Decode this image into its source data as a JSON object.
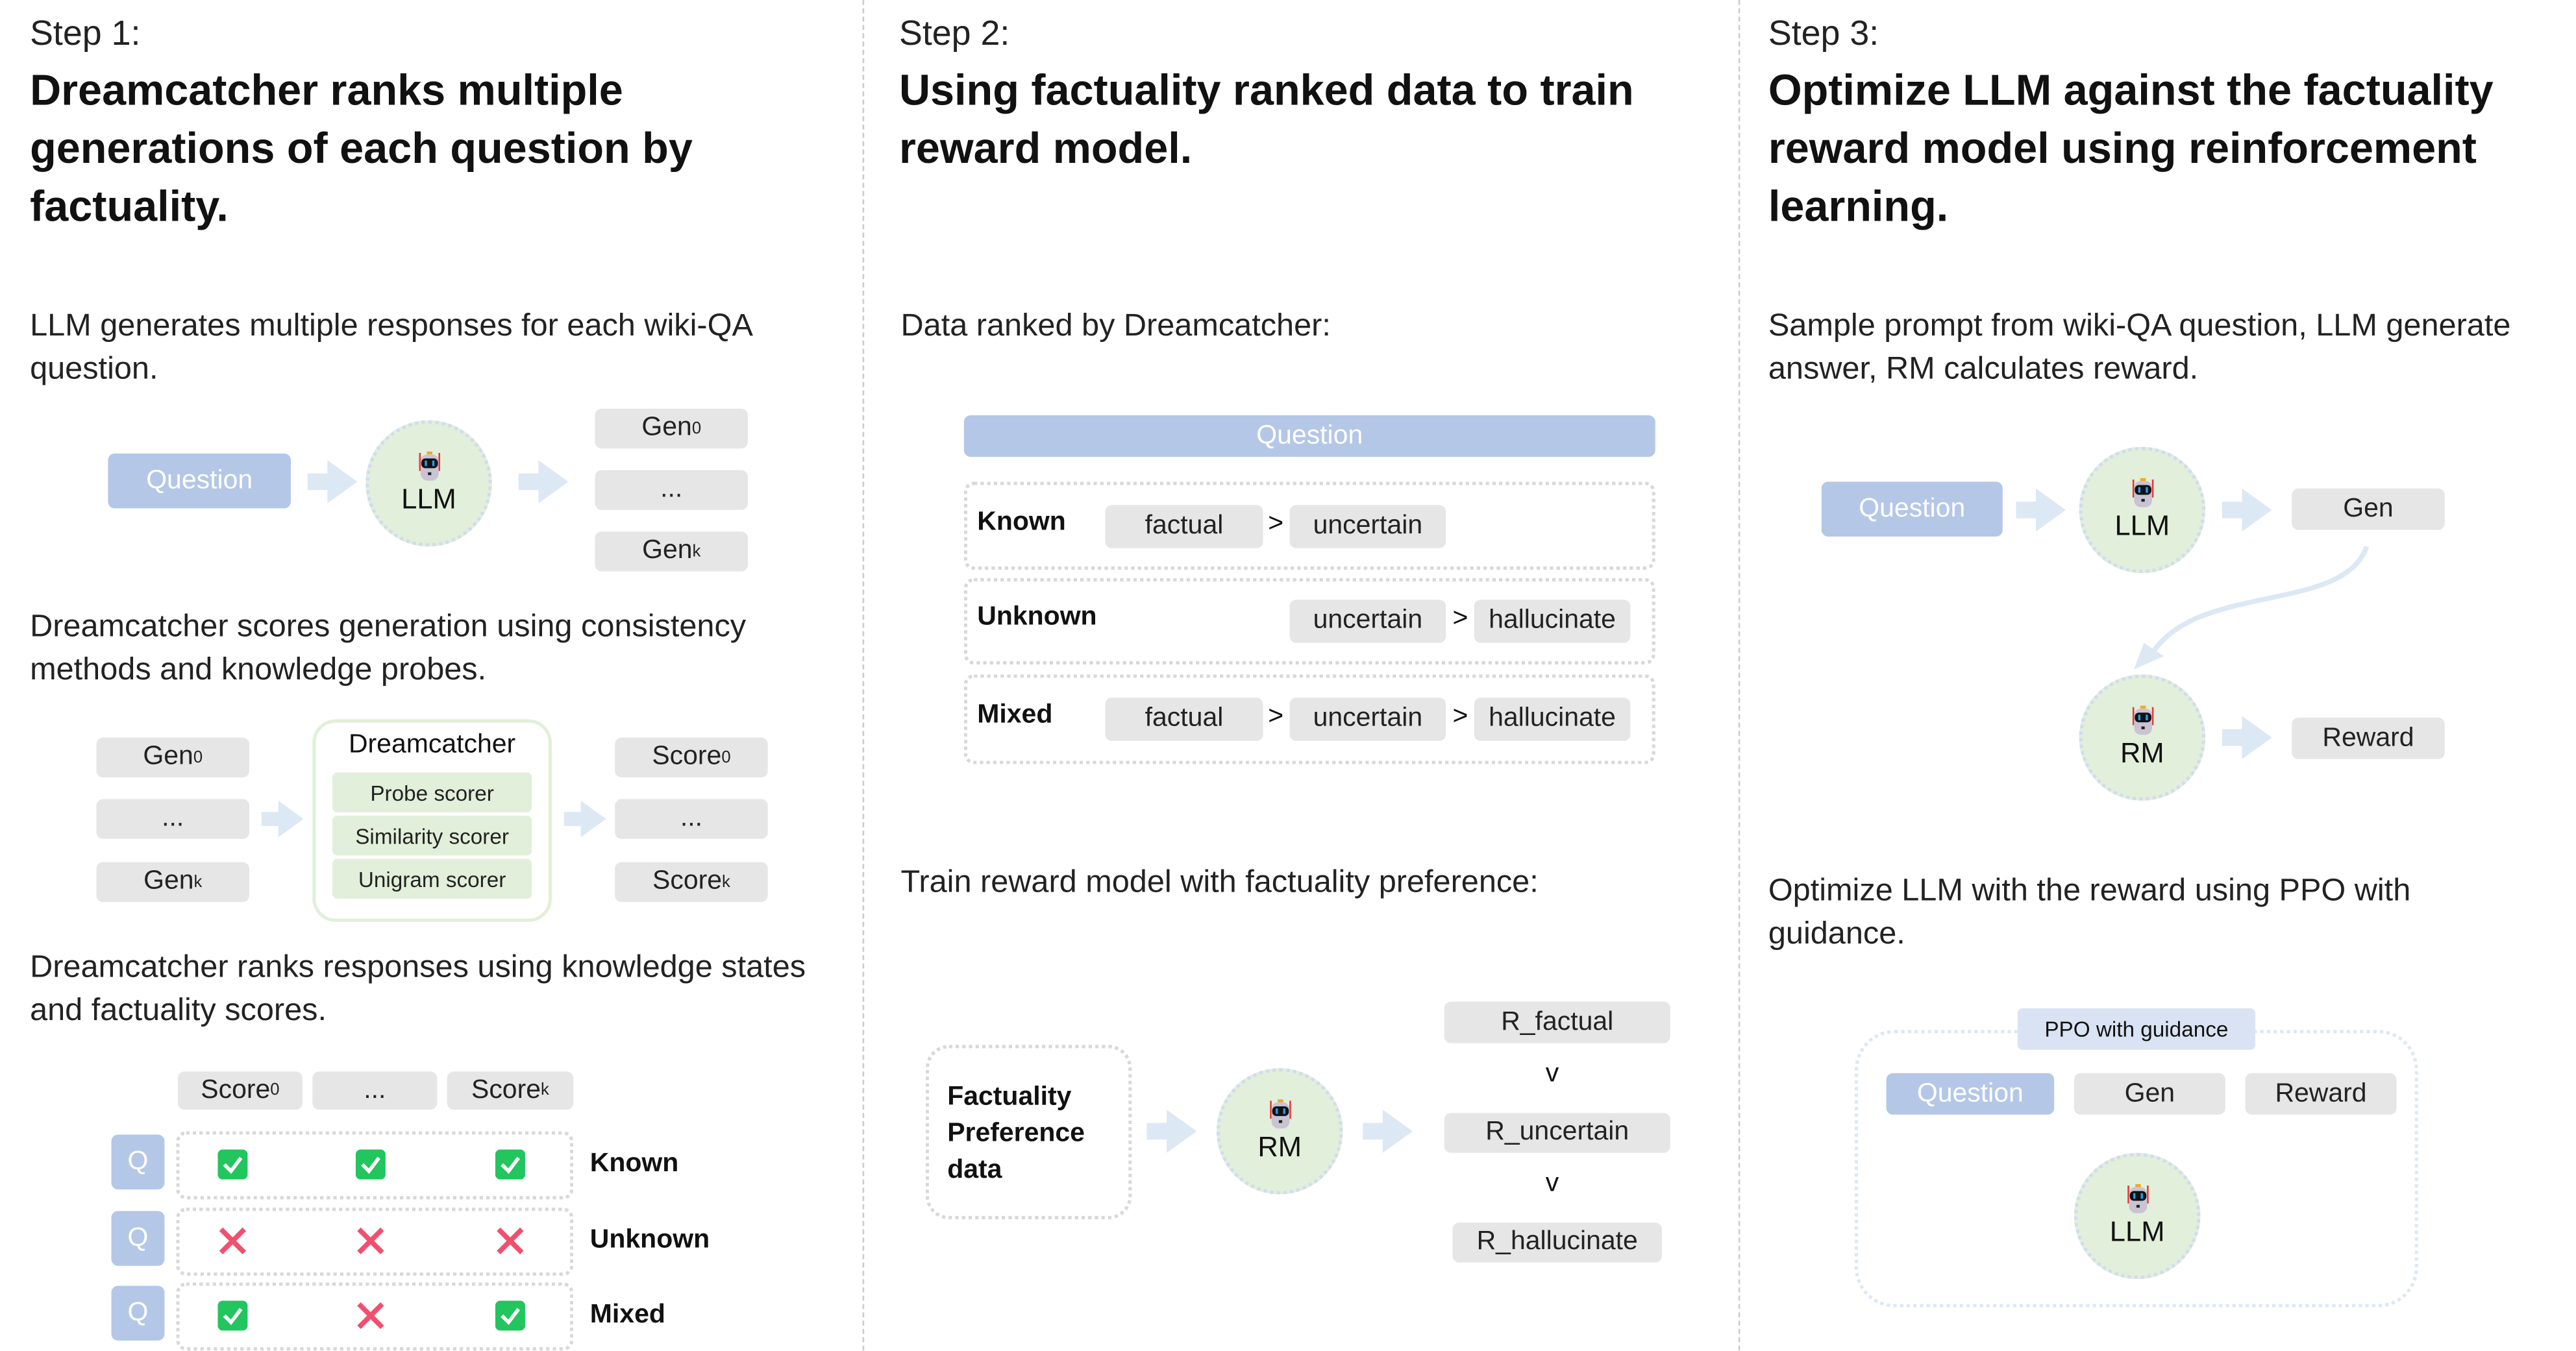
{
  "colors": {
    "question": "#b4c7e7",
    "box": "#e6e6e6",
    "green": "#e2efda",
    "check": "#22c55e",
    "cross": "#f0506e"
  },
  "step1": {
    "step": "Step 1:",
    "title": [
      "Dreamcatcher ranks multiple",
      "generations of each question by",
      "factuality."
    ],
    "text1": "LLM generates multiple responses for each wiki-QA question.",
    "question": "Question",
    "llm": "LLM",
    "gens": [
      {
        "base": "Gen",
        "sub": "0"
      },
      {
        "base": "...",
        "sub": ""
      },
      {
        "base": "Gen",
        "sub": "k"
      }
    ],
    "text2": "Dreamcatcher scores generation using consistency methods and knowledge probes.",
    "dreamcatcher": "Dreamcatcher",
    "scorers": [
      "Probe scorer",
      "Similarity scorer",
      "Unigram scorer"
    ],
    "scores": [
      {
        "base": "Score",
        "sub": "0"
      },
      {
        "base": "...",
        "sub": ""
      },
      {
        "base": "Score",
        "sub": "k"
      }
    ],
    "text3": "Dreamcatcher ranks responses using knowledge states and factuality scores.",
    "q_label": "Q",
    "rows": [
      {
        "label": "Known",
        "marks": [
          "check",
          "check",
          "check"
        ]
      },
      {
        "label": "Unknown",
        "marks": [
          "cross",
          "cross",
          "cross"
        ]
      },
      {
        "label": "Mixed",
        "marks": [
          "check",
          "cross",
          "check"
        ]
      }
    ]
  },
  "step2": {
    "step": "Step 2:",
    "title": [
      "Using factuality ranked data to train",
      "reward model."
    ],
    "text1": "Data ranked by Dreamcatcher:",
    "question": "Question",
    "gt": ">",
    "rows": [
      {
        "label": "Known",
        "chips": [
          "factual",
          "uncertain"
        ]
      },
      {
        "label": "Unknown",
        "chips": [
          "uncertain",
          "hallucinate"
        ]
      },
      {
        "label": "Mixed",
        "chips": [
          "factual",
          "uncertain",
          "hallucinate"
        ]
      }
    ],
    "text2": "Train reward model with factuality preference:",
    "pref": [
      "Factuality",
      "Preference",
      "data"
    ],
    "rm": "RM",
    "rewards": [
      "R_factual",
      "R_uncertain",
      "R_hallucinate"
    ],
    "order_sym": "v"
  },
  "step3": {
    "step": "Step 3:",
    "title": [
      "Optimize LLM against the factuality",
      "reward model using reinforcement",
      "learning."
    ],
    "text1": "Sample prompt from wiki-QA question, LLM generate answer, RM calculates reward.",
    "question": "Question",
    "llm": "LLM",
    "gen": "Gen",
    "rm": "RM",
    "reward": "Reward",
    "text2": "Optimize LLM with the reward using PPO with guidance.",
    "ppo": "PPO with guidance",
    "ppo_items": [
      "Question",
      "Gen",
      "Reward"
    ],
    "ppo_llm": "LLM"
  }
}
